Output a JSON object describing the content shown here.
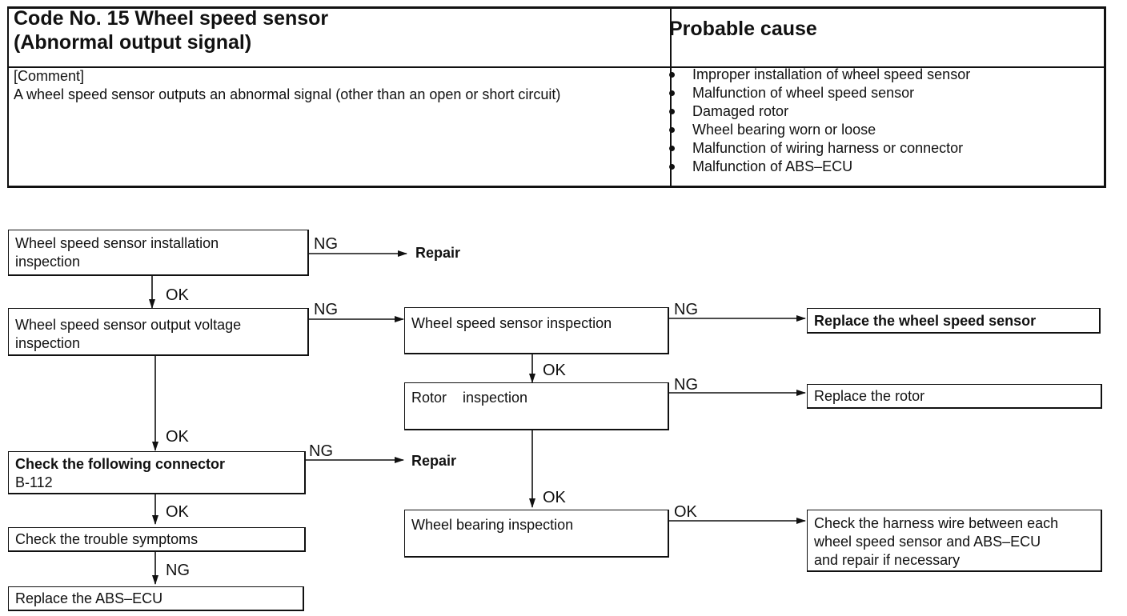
{
  "header": {
    "code_line1": "Code No. 15 Wheel speed sensor",
    "code_line2": "(Abnormal output signal)",
    "cause_title": "Probable cause",
    "comment_label": "[Comment]",
    "comment_text": "A wheel speed sensor outputs an abnormal signal (other than an open or short circuit)",
    "causes": [
      "Improper installation of wheel speed sensor",
      "Malfunction of wheel speed sensor",
      "Damaged rotor",
      "Wheel bearing worn or loose",
      "Malfunction of wiring harness or connector",
      "Malfunction of ABS–ECU"
    ]
  },
  "flow": {
    "install_line1": "Wheel speed sensor installation",
    "install_line2": "inspection",
    "voltage_line1": "Wheel speed sensor output voltage",
    "voltage_line2": "inspection",
    "connector_line1": "Check the following connector",
    "connector_line2": "B-112",
    "symptoms": "Check the trouble symptoms",
    "replace_ecu": "Replace the ABS–ECU",
    "sensor_insp": "Wheel speed sensor inspection",
    "rotor_insp": "Rotor    inspection",
    "bearing_insp": "Wheel bearing inspection",
    "replace_sensor": "Replace the wheel speed sensor",
    "replace_rotor": "Replace the rotor",
    "harness_line1": "Check the harness wire between each",
    "harness_line2": "wheel speed sensor and ABS–ECU",
    "harness_line3": "and repair if necessary",
    "repair": "Repair",
    "ok": "OK",
    "ng": "NG"
  }
}
